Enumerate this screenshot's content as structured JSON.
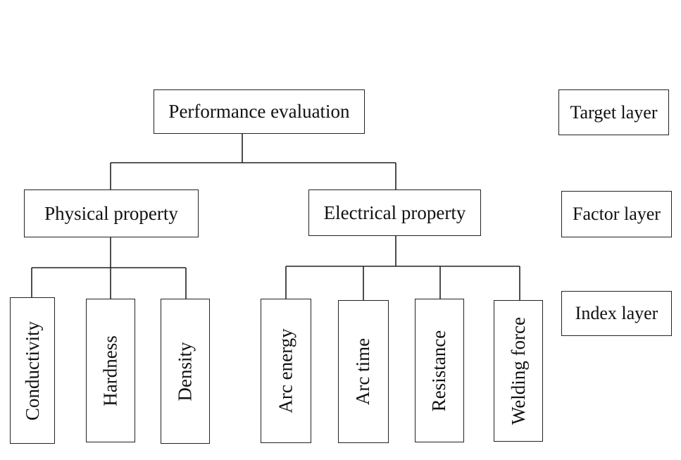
{
  "diagram": {
    "root": {
      "label": "Performance evaluation"
    },
    "factors": [
      {
        "label": "Physical property",
        "indices": [
          "Conductivity",
          "Hardness",
          "Density"
        ]
      },
      {
        "label": "Electrical property",
        "indices": [
          "Arc energy",
          "Arc time",
          "Resistance",
          "Welding force"
        ]
      }
    ],
    "layers": {
      "target": "Target layer",
      "factor": "Factor layer",
      "index": "Index layer"
    },
    "colors": {
      "line": "#222222",
      "box_border": "#222222",
      "text": "#111111",
      "background": "#ffffff"
    }
  }
}
